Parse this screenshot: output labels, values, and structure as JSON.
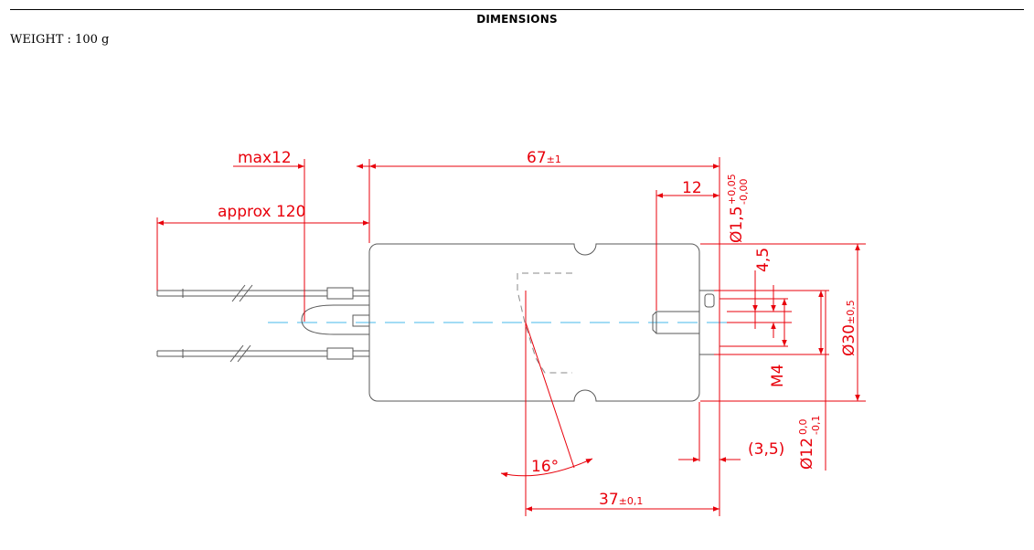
{
  "header": {
    "title": "DIMENSIONS",
    "weight_label": "WEIGHT",
    "weight_value": "100 g"
  },
  "colors": {
    "outline": "#5a5a5a",
    "dimension": "#e8000b",
    "centerline": "#45b8e8"
  },
  "dimensions": {
    "max_len_main": "max12",
    "overall_main": "67",
    "overall_tol": "±1",
    "lead_main": "approx 120",
    "stroke_main": "12",
    "pin_dia_main": "Ø1,5",
    "pin_dia_tol_upper": "+0,05",
    "pin_dia_tol_lower": "-0,00",
    "pin_offset_main": "4,5",
    "body_dia_main": "Ø30",
    "body_dia_tol": "±0,5",
    "thread_main": "M4",
    "shaft_dia_main": "Ø12",
    "shaft_dia_tol_upper": "0,0",
    "shaft_dia_tol_lower": "-0,1",
    "flange_main": "(3,5)",
    "angle_main": "16°",
    "position_main": "37",
    "position_tol": "±0,1"
  }
}
